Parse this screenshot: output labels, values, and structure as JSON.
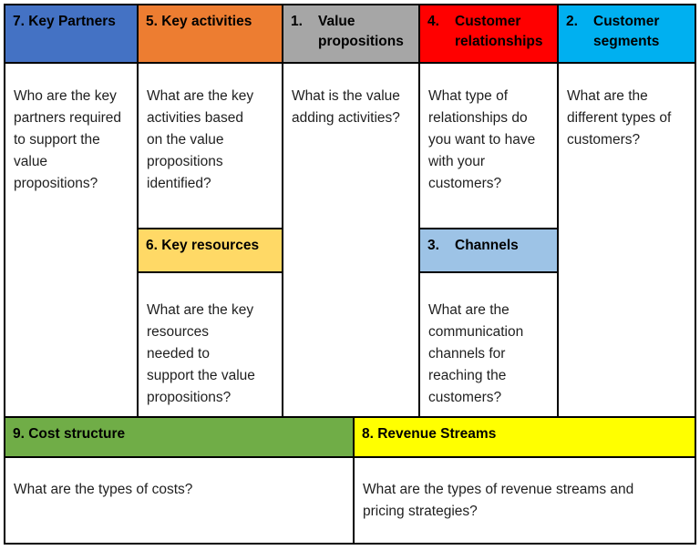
{
  "blocks": {
    "key_partners": {
      "title": "7. Key Partners",
      "color": "#4472C4",
      "question": "Who are the key\npartners required\nto support the\nvalue\npropositions?"
    },
    "key_activities": {
      "title": "5. Key activities",
      "color": "#ED7D31",
      "question": "What are the key\nactivities based\non the value\npropositions\nidentified?"
    },
    "value_propositions": {
      "number": "1.",
      "label": "Value propositions",
      "color": "#A6A6A6",
      "question": "What is the value\nadding activities?"
    },
    "customer_relationships": {
      "number": "4.",
      "label": "Customer relationships",
      "color": "#FF0000",
      "question": "What type of\nrelationships do\nyou want to have\nwith your\ncustomers?"
    },
    "customer_segments": {
      "number": "2.",
      "label": "Customer segments",
      "color": "#00B0F0",
      "question": "What are the\ndifferent types of\ncustomers?"
    },
    "key_resources": {
      "title": "6. Key resources",
      "color": "#FFD966",
      "question": "What are the key\nresources\nneeded to\nsupport the value\npropositions?"
    },
    "channels": {
      "number": "3.",
      "label": "Channels",
      "color": "#9DC3E6",
      "question": "What are the\ncommunication\nchannels for\nreaching the\ncustomers?"
    },
    "cost_structure": {
      "title": "9. Cost structure",
      "color": "#70AD47",
      "question": "What are the types of costs?"
    },
    "revenue_streams": {
      "title": "8. Revenue Streams",
      "color": "#FFFF00",
      "question": "What are the types of revenue streams and\npricing strategies?"
    }
  },
  "border_color": "#000000"
}
